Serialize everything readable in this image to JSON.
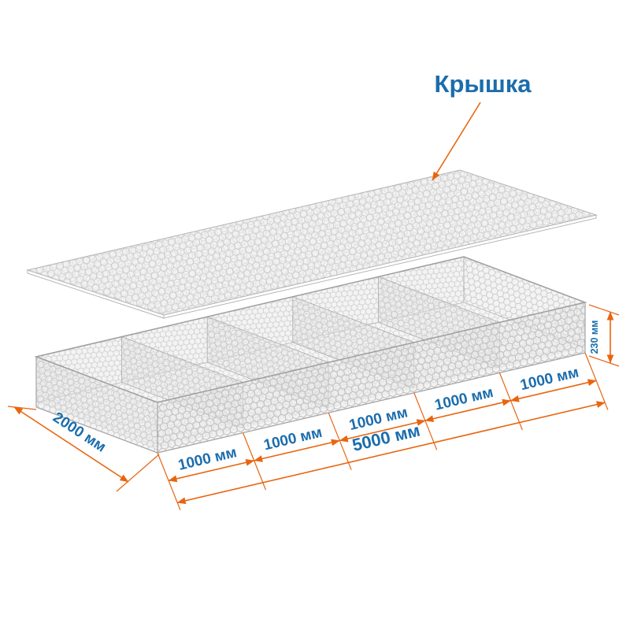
{
  "diagram": {
    "lid_label": "Крышка",
    "dimensions": {
      "width": "2000 мм",
      "total_length": "5000 мм",
      "height": "230 мм",
      "segments": [
        "1000 мм",
        "1000 мм",
        "1000 мм",
        "1000 мм",
        "1000 мм"
      ]
    },
    "colors": {
      "dimension_line": "#e8650f",
      "label_text": "#1b6dad",
      "mesh_wire": "#c0c0c0"
    }
  }
}
